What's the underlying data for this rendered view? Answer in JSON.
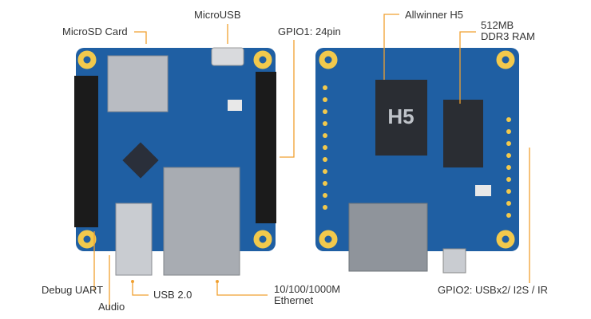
{
  "labels": {
    "microsd": "MicroSD Card",
    "microusb": "MicroUSB",
    "gpio1": "GPIO1: 24pin",
    "soc": "Allwinner H5",
    "ram_line1": "512MB",
    "ram_line2": "DDR3 RAM",
    "debug_uart": "Debug UART",
    "audio": "Audio",
    "usb2": "USB 2.0",
    "ethernet_line1": "10/100/1000M",
    "ethernet_line2": "Ethernet",
    "gpio2": "GPIO2: USBx2/ I2S / IR"
  },
  "chip_marking": "H5",
  "colors": {
    "board": "#1f5fa3",
    "accent": "#f0a030",
    "hole": "#f2c94c"
  }
}
